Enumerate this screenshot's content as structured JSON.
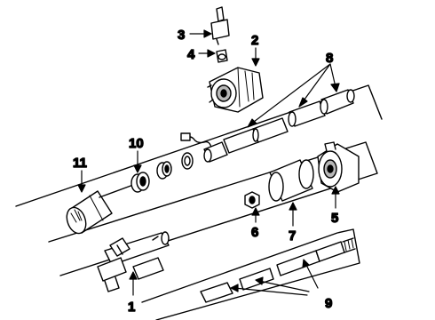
{
  "diagram": {
    "callouts": {
      "c1": "1",
      "c2": "2",
      "c3": "3",
      "c4": "4",
      "c5": "5",
      "c6": "6",
      "c7": "7",
      "c8": "8",
      "c9": "9",
      "c10": "10",
      "c11": "11"
    },
    "colors": {
      "ink": "#000000",
      "paper": "#ffffff",
      "shade": "#b8b8b8"
    }
  }
}
